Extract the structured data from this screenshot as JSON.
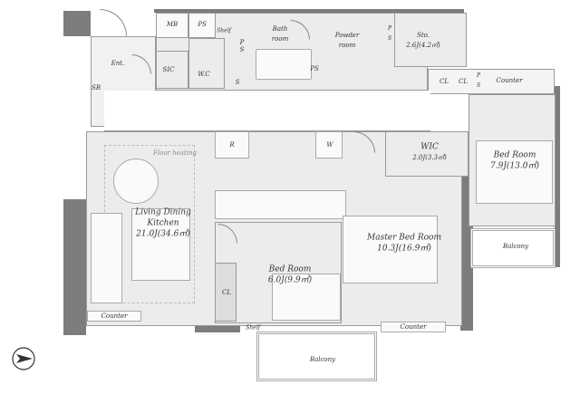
{
  "rooms": {
    "entrance": "Ent.",
    "shoe_box": "SB",
    "meter_box": "MB",
    "pipe_space_1": "PS",
    "shelf_top": "Shelf",
    "shoe_closet": "SIC",
    "toilet": "W.C",
    "storage_s": "S",
    "pipe_space_2": "P\nS",
    "bathroom_line1": "Bath",
    "bathroom_line2": "room",
    "powder_line1": "Powder",
    "powder_line2": "room",
    "pipe_space_3": "PS",
    "pipe_space_4": "P\nS",
    "storage_name": "Sto.",
    "storage_area": "2.6J(4.2㎡)",
    "closet_1": "CL",
    "closet_2": "CL",
    "pipe_space_5": "P\nS",
    "counter_top": "Counter",
    "refrigerator": "R",
    "washer": "W",
    "floor_heating": "Floor heating",
    "wic_name": "WIC",
    "wic_area": "2.0J(3.3㎡)",
    "bedroom_right_name": "Bed Room",
    "bedroom_right_area": "7.9J(13.0㎡)",
    "ldk_line1": "Living Dining",
    "ldk_line2": "Kitchen",
    "ldk_area": "21.0J(34.6㎡)",
    "bedroom_mid_name": "Bed Room",
    "bedroom_mid_area": "6.0J(9.9㎡)",
    "closet_mid": "CL",
    "master_name": "Master Bed Room",
    "master_area": "10.3J(16.9㎡)",
    "balcony_right": "Balcony",
    "counter_left": "Counter",
    "shelf_bottom": "Shelf",
    "counter_bottom": "Counter",
    "balcony_bottom": "Balcony"
  }
}
